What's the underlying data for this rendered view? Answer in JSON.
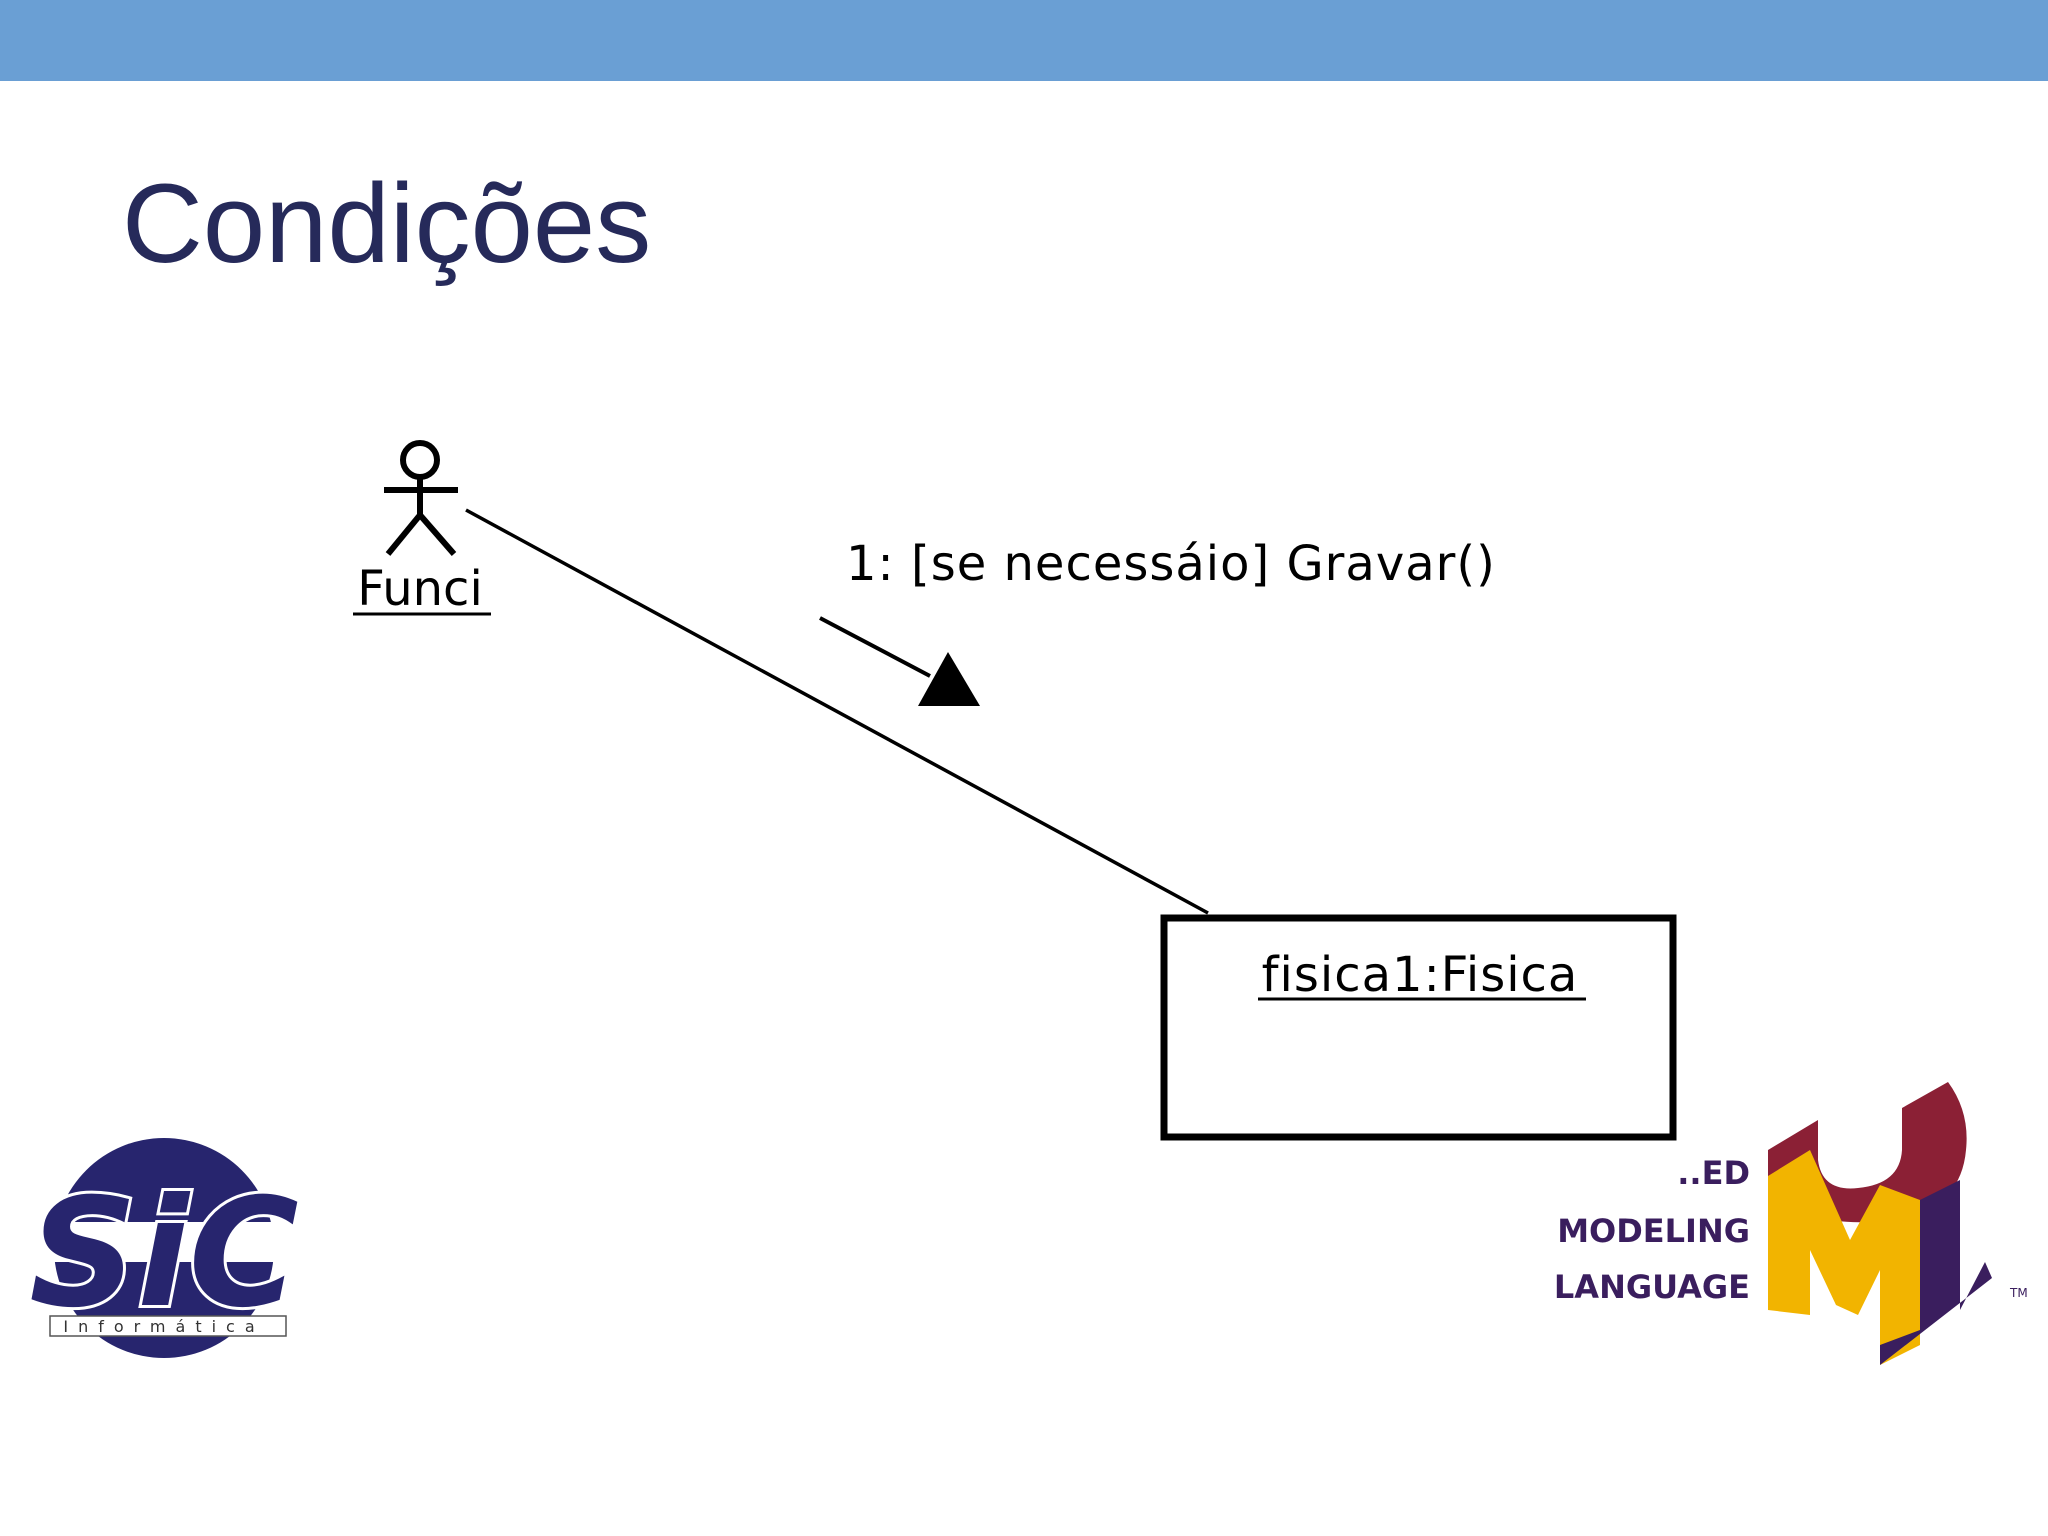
{
  "slide": {
    "title": "Condições"
  },
  "diagram": {
    "actor": {
      "name": "Funci"
    },
    "message": {
      "label": "1: [se necessáio] Gravar()"
    },
    "object": {
      "name": "fisica1:Fisica"
    }
  },
  "logos": {
    "sic": {
      "letters": "SiC",
      "subtitle": "Informática"
    },
    "uml": {
      "line1": "..ED",
      "line2": "MODELING",
      "line3": "LANGUAGE",
      "trademark": "TM",
      "colors": {
        "u": "#8b2035",
        "m": "#f2b400",
        "l": "#3a1e5e"
      }
    }
  },
  "colors": {
    "top_bar": "#6a9fd4",
    "title": "#262a5a",
    "sic_circle": "#27256e"
  }
}
